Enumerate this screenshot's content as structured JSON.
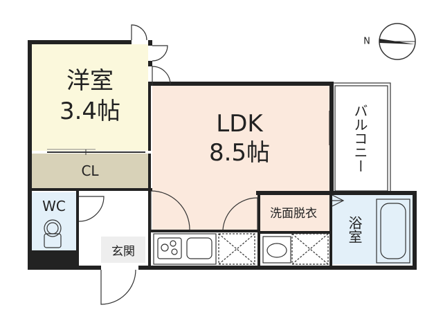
{
  "compass": {
    "label": "N",
    "icon": "compass-north-icon"
  },
  "rooms": {
    "western_room": {
      "name": "洋室",
      "size": "3.4帖",
      "color": "#fbf8dc"
    },
    "closet": {
      "name": "CL",
      "color": "#d8d2b8"
    },
    "ldk": {
      "name": "LDK",
      "size": "8.5帖",
      "color": "#fbe9dd"
    },
    "balcony": {
      "name": "バルコニー",
      "color": "#ffffff"
    },
    "wc": {
      "name": "WC",
      "color": "#e3f0f9"
    },
    "entrance": {
      "name": "玄関",
      "color": "#ffffff"
    },
    "washroom": {
      "name": "洗面脱衣",
      "color": "#ffffff"
    },
    "bathroom": {
      "name": "浴室",
      "color": "#e3f0f9"
    }
  },
  "colors": {
    "wall": "#222222",
    "line": "#333333"
  }
}
